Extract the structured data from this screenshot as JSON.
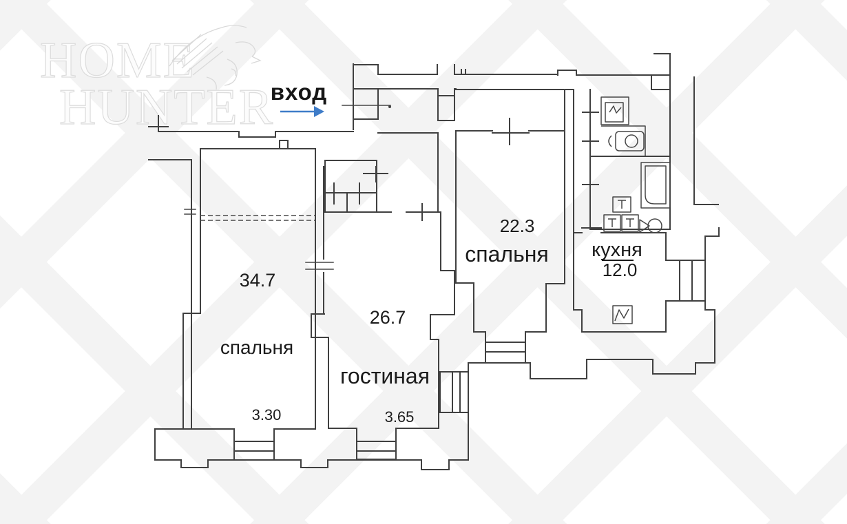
{
  "brand": {
    "name_line1": "HOME",
    "name_line2": "HUNTER"
  },
  "entrance": {
    "label": "вход"
  },
  "rooms": {
    "bedroom_left": {
      "name": "спальня",
      "area": "34.7",
      "width_m": "3.30"
    },
    "living_room": {
      "name": "гостиная",
      "area": "26.7",
      "width_m": "3.65"
    },
    "bedroom_right": {
      "name": "спальня",
      "area": "22.3"
    },
    "kitchen": {
      "name": "кухня",
      "area": "12.0"
    }
  },
  "icons": {
    "entrance_arrow": "right-arrow-icon",
    "stove": "stove-icon",
    "bathtub": "bathtub-icon",
    "toilet": "toilet-icon",
    "sink": "sink-icon"
  },
  "colors": {
    "wall": "#404040",
    "arrow_blue": "#3e7cc8",
    "label_text": "#1b1b1b",
    "watermark_stripe": "#f3f3f3",
    "watermark_logo": "#dcdcdc"
  }
}
